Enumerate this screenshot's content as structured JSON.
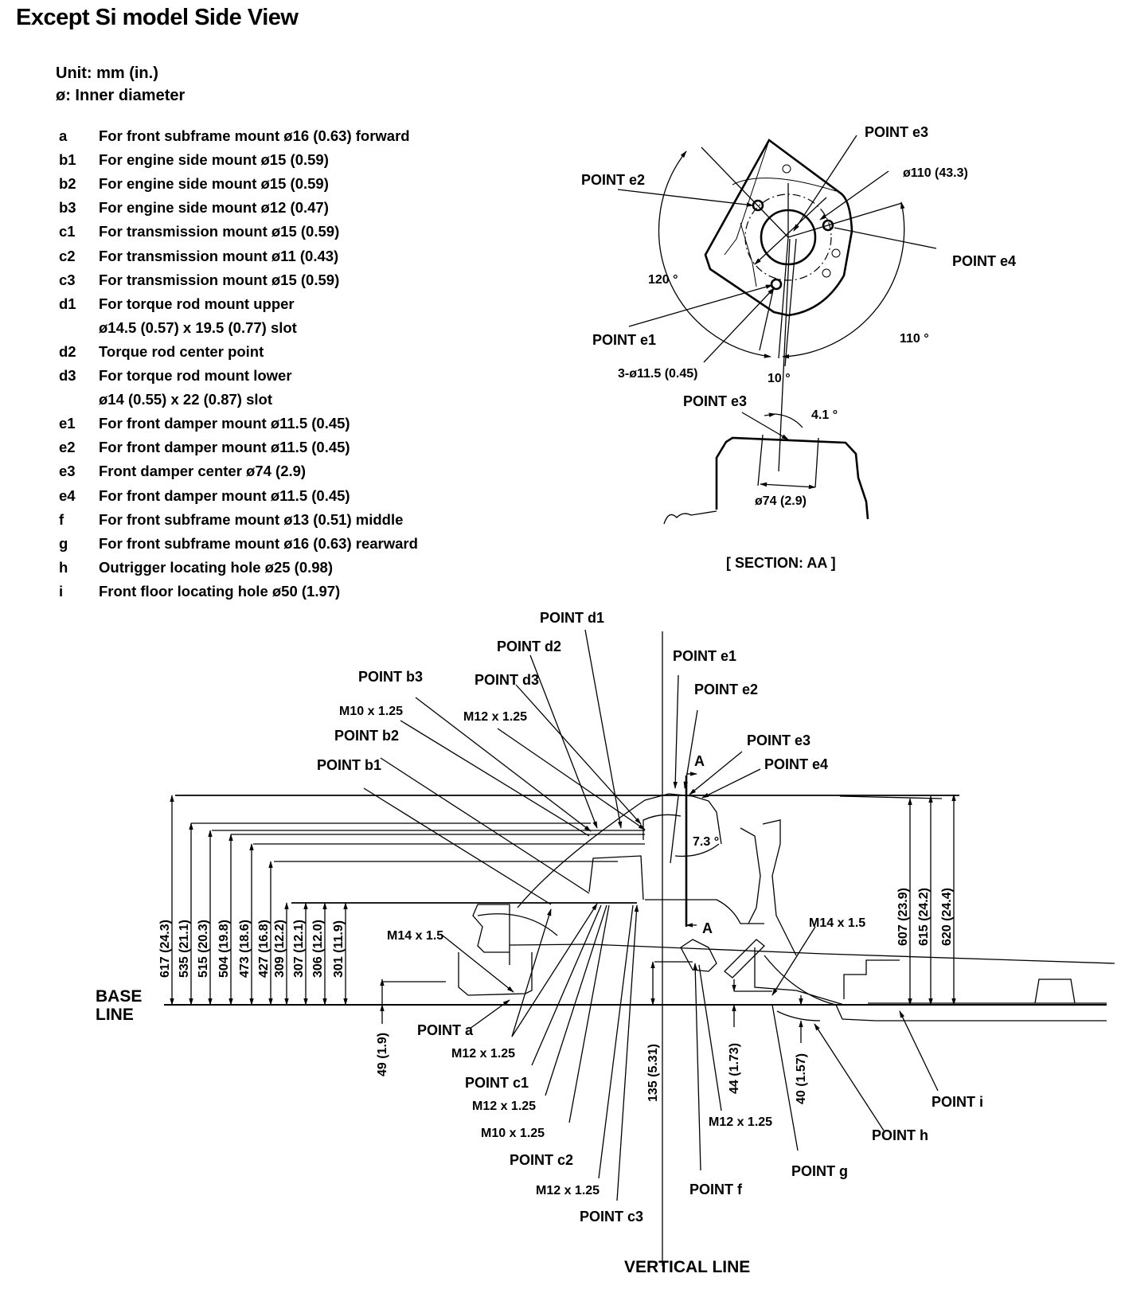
{
  "title": "Except Si model Side View",
  "unit_note": "Unit: mm (in.)",
  "diameter_note": "ø: Inner diameter",
  "legend": [
    {
      "key": "a",
      "desc": "For front subframe mount ø16 (0.63) forward"
    },
    {
      "key": "b1",
      "desc": "For engine side mount ø15 (0.59)"
    },
    {
      "key": "b2",
      "desc": "For engine side mount ø15 (0.59)"
    },
    {
      "key": "b3",
      "desc": "For engine side mount ø12 (0.47)"
    },
    {
      "key": "c1",
      "desc": "For transmission mount ø15 (0.59)"
    },
    {
      "key": "c2",
      "desc": "For transmission mount ø11 (0.43)"
    },
    {
      "key": "c3",
      "desc": "For transmission mount ø15 (0.59)"
    },
    {
      "key": "d1",
      "desc": "For torque rod mount upper"
    },
    {
      "key": "",
      "desc": "ø14.5 (0.57) x 19.5 (0.77) slot"
    },
    {
      "key": "d2",
      "desc": "Torque rod center point"
    },
    {
      "key": "d3",
      "desc": "For torque rod mount lower"
    },
    {
      "key": "",
      "desc": "ø14 (0.55) x 22 (0.87) slot"
    },
    {
      "key": "e1",
      "desc": "For front damper mount ø11.5 (0.45)"
    },
    {
      "key": "e2",
      "desc": "For front damper mount ø11.5 (0.45)"
    },
    {
      "key": "e3",
      "desc": "Front damper center ø74 (2.9)"
    },
    {
      "key": "e4",
      "desc": "For front damper mount ø11.5 (0.45)"
    },
    {
      "key": "f",
      "desc": "For front subframe mount ø13 (0.51) middle"
    },
    {
      "key": "g",
      "desc": "For front subframe mount ø16 (0.63) rearward"
    },
    {
      "key": "h",
      "desc": "Outrigger locating hole ø25 (0.98)"
    },
    {
      "key": "i",
      "desc": "Front floor locating hole ø50 (1.97)"
    }
  ],
  "section": {
    "caption": "[ SECTION: AA ]",
    "labels": {
      "e3_top": "POINT e3",
      "e2": "POINT e2",
      "e4": "POINT e4",
      "e1": "POINT e1",
      "e3_bottom": "POINT e3",
      "pcd": "ø110 (43.3)",
      "holes": "3-ø11.5 (0.45)",
      "angle_120": "120 °",
      "angle_110": "110 °",
      "angle_10": "10 °",
      "angle_41": "4.1 °",
      "bore": "ø74 (2.9)"
    }
  },
  "side_view": {
    "base_line": [
      "BASE",
      "LINE"
    ],
    "vertical_line": "VERTICAL LINE",
    "angle_73": "7.3 °",
    "section_mark": "A",
    "points": {
      "d1": "POINT d1",
      "d2": "POINT d2",
      "d3": "POINT d3",
      "b3": "POINT b3",
      "b2": "POINT b2",
      "b1": "POINT b1",
      "e1": "POINT e1",
      "e2": "POINT e2",
      "e3": "POINT e3",
      "e4": "POINT e4",
      "a": "POINT a",
      "c1": "POINT c1",
      "c2": "POINT c2",
      "c3": "POINT c3",
      "f": "POINT f",
      "g": "POINT g",
      "h": "POINT h",
      "i": "POINT i"
    },
    "threads": {
      "m10_top": "M10 x 1.25",
      "m12_top": "M12 x 1.25",
      "m14_left": "M14 x 1.5",
      "m14_right": "M14 x 1.5",
      "m12_a": "M12 x 1.25",
      "m12_c1": "M12 x 1.25",
      "m10_c": "M10 x 1.25",
      "m12_c3": "M12 x 1.25",
      "m12_f": "M12 x 1.25"
    },
    "heights_left": [
      "617 (24.3)",
      "535 (21.1)",
      "515 (20.3)",
      "504 (19.8)",
      "473 (18.6)",
      "427 (16.8)",
      "309 (12.2)",
      "307 (12.1)",
      "306 (12.0)",
      "301 (11.9)"
    ],
    "heights_right": [
      "607 (23.9)",
      "615 (24.2)",
      "620 (24.4)"
    ],
    "small_dims": {
      "d49": "49 (1.9)",
      "d135": "135 (5.31)",
      "d44": "44 (1.73)",
      "d40": "40 (1.57)"
    }
  }
}
